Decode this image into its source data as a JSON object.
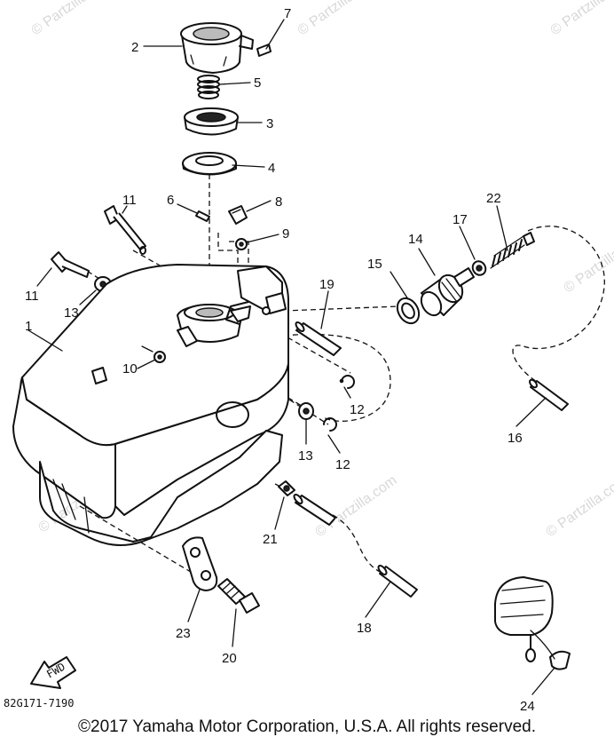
{
  "watermark": "© Partzilla.com",
  "diagram_code": "82G171-7190",
  "fwd_arrow_label": "FWD",
  "copyright": "©2017 Yamaha Motor Corporation, U.S.A. All rights reserved.",
  "parts": [
    {
      "number": "1",
      "part": "fuel tank"
    },
    {
      "number": "2",
      "part": "fuel cap"
    },
    {
      "number": "3",
      "part": "cap seat"
    },
    {
      "number": "4",
      "part": "gasket"
    },
    {
      "number": "5",
      "part": "spring"
    },
    {
      "number": "6",
      "part": "pin"
    },
    {
      "number": "7",
      "part": "pin"
    },
    {
      "number": "8",
      "part": "clip"
    },
    {
      "number": "9",
      "part": "screw"
    },
    {
      "number": "10",
      "part": "screw"
    },
    {
      "number": "11",
      "part": "bolt"
    },
    {
      "number": "12",
      "part": "circlip"
    },
    {
      "number": "13",
      "part": "washer"
    },
    {
      "number": "14",
      "part": "fuel cock"
    },
    {
      "number": "15",
      "part": "gasket"
    },
    {
      "number": "16",
      "part": "fuel pipe"
    },
    {
      "number": "17",
      "part": "clamp"
    },
    {
      "number": "18",
      "part": "pipe"
    },
    {
      "number": "19",
      "part": "pipe"
    },
    {
      "number": "20",
      "part": "drain bolt"
    },
    {
      "number": "21",
      "part": "clamp"
    },
    {
      "number": "22",
      "part": "spring"
    },
    {
      "number": "23",
      "part": "bracket"
    },
    {
      "number": "24",
      "part": "filter"
    }
  ]
}
